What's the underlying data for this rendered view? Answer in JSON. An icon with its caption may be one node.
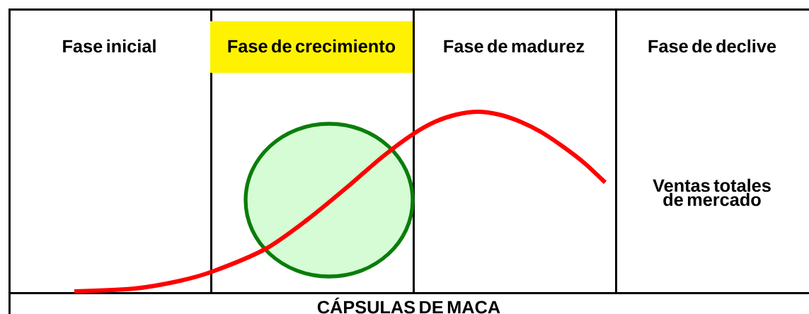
{
  "diagram": {
    "nodes": [
      {
        "text": [
          "Fase inicial"
        ]
      },
      {
        "text": [
          "Fase de crecimiento"
        ]
      },
      {
        "text": [
          "Fase de madurez"
        ]
      },
      {
        "text": [
          "Fase de declive",
          "Ventas totales de mercado"
        ]
      },
      {
        "text": [
          "CÁPSULAS DE MACA"
        ]
      }
    ]
  }
}
